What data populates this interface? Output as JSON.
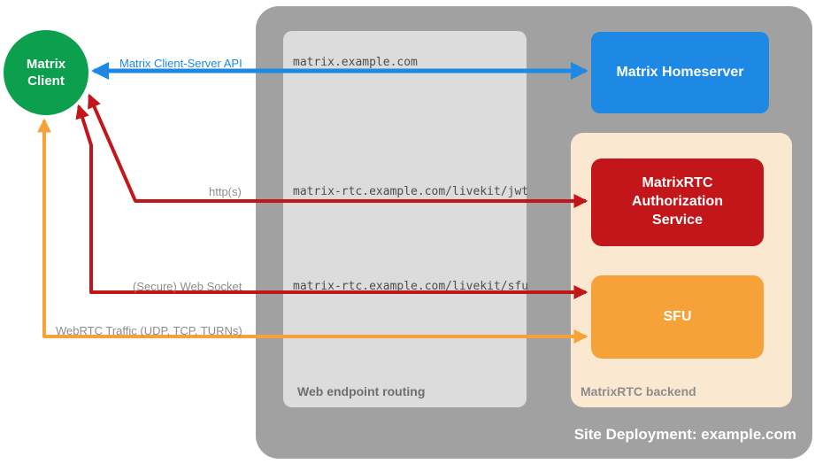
{
  "nodes": {
    "client": "Matrix Client",
    "homeserver": "Matrix Homeserver",
    "auth_service": "MatrixRTC Authorization Service",
    "sfu": "SFU"
  },
  "containers": {
    "deployment": "Site Deployment: example.com",
    "routing": "Web endpoint routing",
    "backend": "MatrixRTC backend"
  },
  "endpoints": [
    "matrix.example.com",
    "matrix-rtc.example.com/livekit/jwt",
    "matrix-rtc.example.com/livekit/sfu"
  ],
  "arrow_labels": {
    "cs_api": "Matrix Client-Server API",
    "https": "http(s)",
    "websocket": "(Secure) Web Socket",
    "webrtc": "WebRTC Traffic (UDP, TCP, TURNs)"
  },
  "colors": {
    "client_green": "#0CA04E",
    "homeserver_blue": "#1E88E5",
    "auth_red": "#C2161B",
    "sfu_orange": "#F7A239",
    "deployment_gray": "#A1A1A1",
    "routing_gray": "#DCDCDC",
    "backend_peach": "#FBE8D0",
    "endpoint_text": "#4D4D4D",
    "label_gray": "#8C8C8C"
  }
}
